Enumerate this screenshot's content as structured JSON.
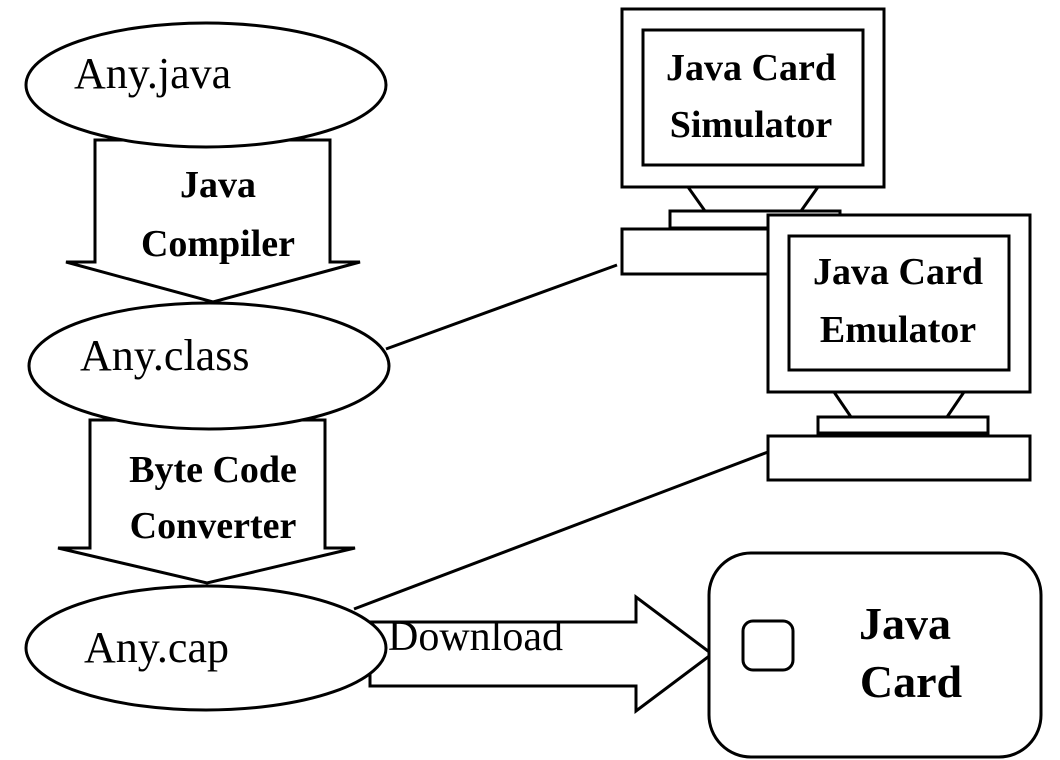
{
  "files": {
    "source": "Any.java",
    "class": "Any.class",
    "cap": "Any.cap"
  },
  "steps": {
    "compiler": [
      "Java",
      "Compiler"
    ],
    "converter": [
      "Byte Code",
      "Converter"
    ],
    "download": "Download"
  },
  "computers": {
    "simulator": [
      "Java Card",
      "Simulator"
    ],
    "emulator": [
      "Java Card",
      "Emulator"
    ]
  },
  "card": [
    "Java",
    "Card"
  ]
}
